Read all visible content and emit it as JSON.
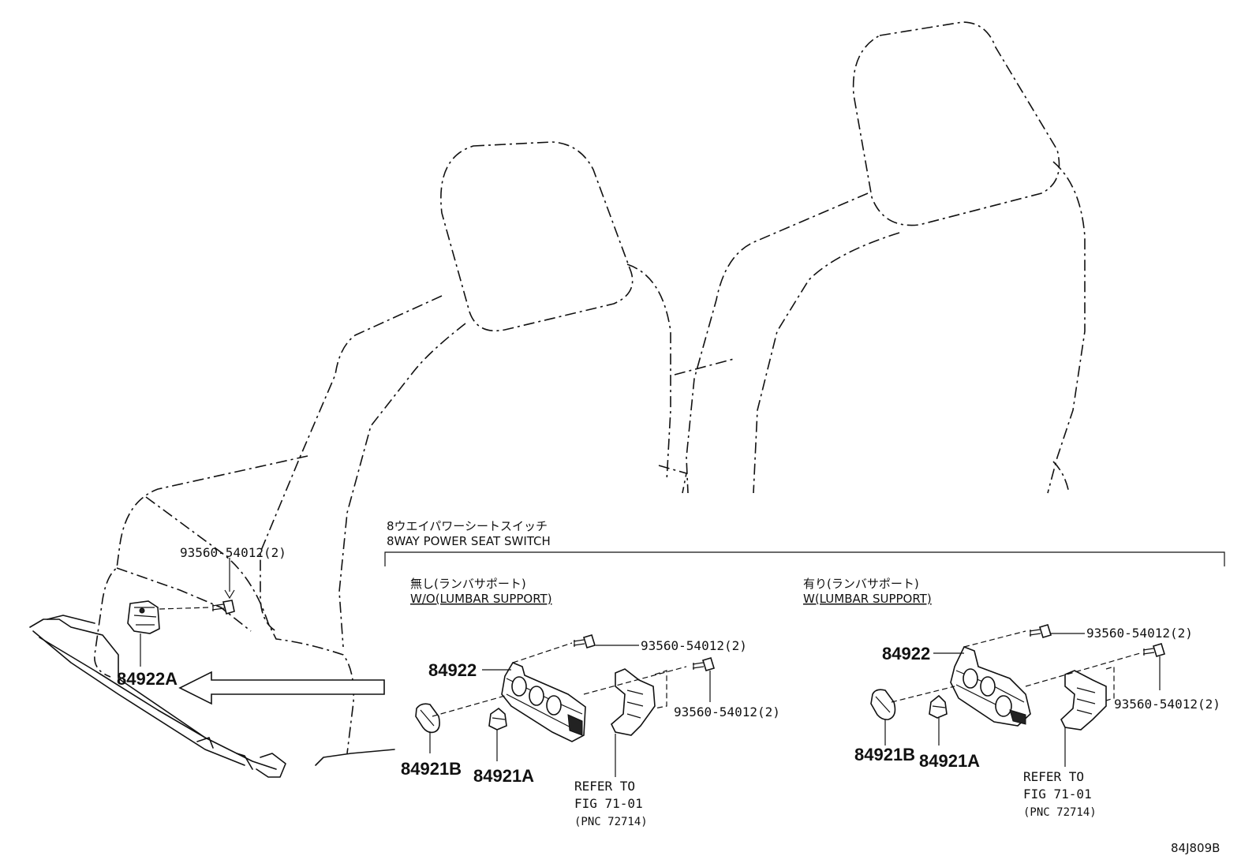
{
  "header": {
    "title_jp": "8ウエイパワーシートスイッチ",
    "title_en": "8WAY POWER SEAT SWITCH"
  },
  "left_group": {
    "bolt_label": "93560-54012(2)",
    "switch_label": "84922A"
  },
  "wo_lumbar": {
    "label_jp": "無し(ランバサポート)",
    "label_en": "W/O(LUMBAR SUPPORT)",
    "switch": "84922",
    "bolt_top": "93560-54012(2)",
    "bolt_right": "93560-54012(2)",
    "knob_b": "84921B",
    "knob_a": "84921A",
    "refer_line1": "REFER TO",
    "refer_line2": "FIG 71-01",
    "refer_line3": "(PNC 72714)"
  },
  "w_lumbar": {
    "label_jp": "有り(ランバサポート)",
    "label_en": "W(LUMBAR SUPPORT)",
    "switch": "84922",
    "bolt_top": "93560-54012(2)",
    "bolt_right": "93560-54012(2)",
    "knob_b": "84921B",
    "knob_a": "84921A",
    "refer_line1": "REFER TO",
    "refer_line2": "FIG 71-01",
    "refer_line3": "(PNC 72714)"
  },
  "figure_code": "84J809B"
}
